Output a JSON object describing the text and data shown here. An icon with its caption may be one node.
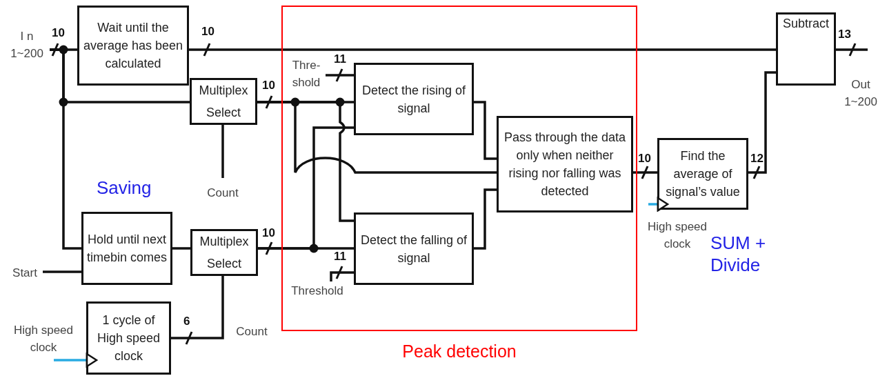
{
  "diagram": {
    "nodes": [
      {
        "text": [
          "I n 1~200"
        ]
      },
      {
        "text": [
          "Wait until the average has been calculated"
        ]
      },
      {
        "text": [
          "Multiplex",
          "Select"
        ]
      },
      {
        "text": [
          "Count"
        ]
      },
      {
        "text": [
          "Hold until next timebin comes"
        ]
      },
      {
        "text": [
          "Start"
        ]
      },
      {
        "text": [
          "Multiplex",
          "Select"
        ]
      },
      {
        "text": [
          "1 cycle of High speed clock"
        ]
      },
      {
        "text": [
          "High speed clock"
        ]
      },
      {
        "text": [
          "Peak detection"
        ]
      },
      {
        "text": [
          "Thre- shold"
        ],
        "in": 9
      },
      {
        "text": [
          "Detect the rising of signal"
        ],
        "in": 9
      },
      {
        "text": [
          "Pass through the data only when neither rising nor falling was detected"
        ],
        "in": 9
      },
      {
        "text": [
          "Detect the falling of signal"
        ],
        "in": 9
      },
      {
        "text": [
          "Threshold"
        ],
        "in": 9
      },
      {
        "text": [
          "Find the average of signal’s value"
        ]
      },
      {
        "text": [
          "High speed clock"
        ]
      },
      {
        "text": [
          "Subtract"
        ]
      }
    ],
    "edges": [
      {
        "from": 0,
        "to": 1,
        "arrow": "none",
        "label": "10"
      },
      {
        "from": 0,
        "to": 2,
        "arrow": "none"
      },
      {
        "from": 0,
        "to": 4,
        "arrow": "none"
      },
      {
        "from": 3,
        "to": 2,
        "arrow": "none"
      },
      {
        "from": 1,
        "to": 17,
        "arrow": "none",
        "label": "10"
      },
      {
        "from": 2,
        "to": 11,
        "arrow": "none",
        "label": "10"
      },
      {
        "from": 2,
        "to": 12,
        "arrow": "none"
      },
      {
        "from": 2,
        "to": 13,
        "arrow": "none"
      },
      {
        "from": 6,
        "to": 13,
        "arrow": "none",
        "label": "10"
      },
      {
        "from": 6,
        "to": 11,
        "arrow": "none"
      },
      {
        "from": 10,
        "to": 11,
        "arrow": "none",
        "label": "11"
      },
      {
        "from": 14,
        "to": 13,
        "arrow": "none",
        "label": "11"
      },
      {
        "from": 11,
        "to": 12,
        "arrow": "none"
      },
      {
        "from": 13,
        "to": 12,
        "arrow": "none"
      },
      {
        "from": 12,
        "to": 15,
        "arrow": "none",
        "label": "10"
      },
      {
        "from": 16,
        "to": 15,
        "arrow": "to",
        "color": "#29abe2"
      },
      {
        "from": 15,
        "to": 17,
        "arrow": "none",
        "label": "12"
      },
      {
        "from": 17,
        "to": null,
        "arrow": "none",
        "label": "13"
      },
      {
        "from": 5,
        "to": 4,
        "arrow": "none"
      },
      {
        "from": 4,
        "to": 6,
        "arrow": "none"
      },
      {
        "from": 7,
        "to": 6,
        "arrow": "none",
        "label": "6"
      },
      {
        "from": 8,
        "to": 7,
        "arrow": "to",
        "color": "#29abe2"
      }
    ],
    "labels": [
      "Saving",
      "Count",
      "SUM + Divide",
      "Out 1~200"
    ]
  }
}
